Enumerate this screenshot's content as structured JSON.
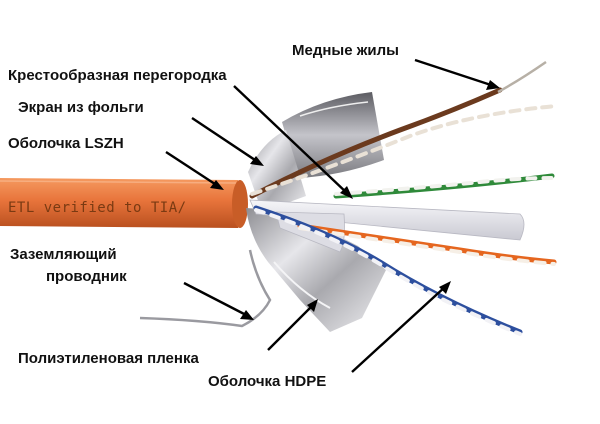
{
  "diagram": {
    "labels": {
      "copper_wires": "Медные жилы",
      "cross_separator": "Крестообразная перегородка",
      "foil_screen": "Экран из фольги",
      "lszh_jacket": "Оболочка LSZH",
      "ground_wire_line1": "Заземляющий",
      "ground_wire_line2": "проводник",
      "pe_film": "Полиэтиленовая пленка",
      "hdpe_insulation": "Оболочка HDPE"
    },
    "jacket_print": "ETL verified to TIA/",
    "colors": {
      "jacket_orange": "#e8743b",
      "brown_pair": "#6b3a1e",
      "green_pair": "#2f8a3a",
      "blue_pair": "#2d4f9e",
      "orange_pair": "#e5661f",
      "foil": "#c9c9cc",
      "separator": "#e4e4ea"
    }
  }
}
